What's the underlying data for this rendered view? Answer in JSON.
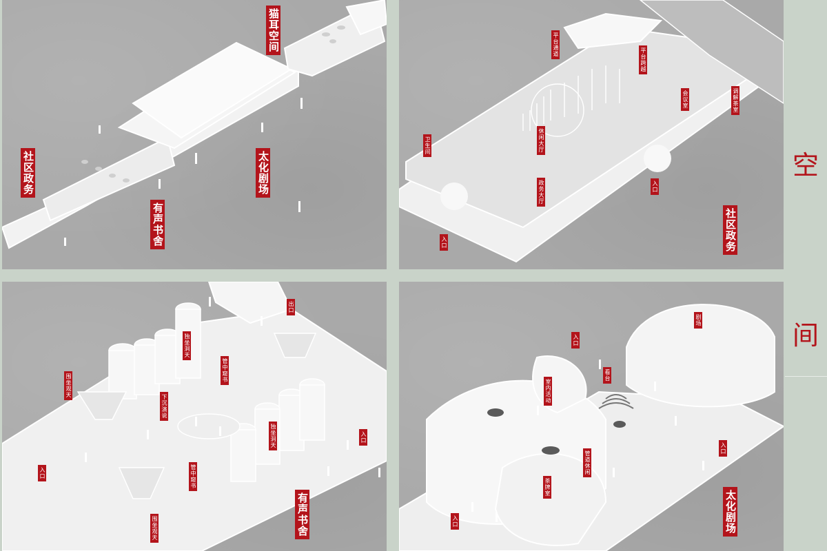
{
  "side_title": {
    "char1": "空",
    "char2": "间"
  },
  "colors": {
    "accent_red": "#b3141b",
    "sage_bg": "#c9d3c9",
    "concrete": "#a9a9a9",
    "model_white": "#f2f2f2"
  },
  "panel_tl": {
    "labels": [
      "猫耳空间",
      "社区政务",
      "太化剧场",
      "有声书舍"
    ]
  },
  "panel_tr": {
    "labels": [
      "平台通道",
      "平台跨越",
      "调解茶室",
      "会议室",
      "卫生间",
      "休闲大厅",
      "政务大厅",
      "入口",
      "入口",
      "社区政务"
    ]
  },
  "panel_bl": {
    "labels": [
      "出口",
      "独坐洞天",
      "管中窥书",
      "围坐观天",
      "下沉演说",
      "独坐洞天",
      "入口",
      "入口",
      "管中窥书",
      "围坐观天",
      "有声书舍"
    ]
  },
  "panel_br": {
    "labels": [
      "剧场",
      "入口",
      "看台",
      "室内活动",
      "管道休闲",
      "茶牌室",
      "入口",
      "入口",
      "太化剧场"
    ]
  }
}
